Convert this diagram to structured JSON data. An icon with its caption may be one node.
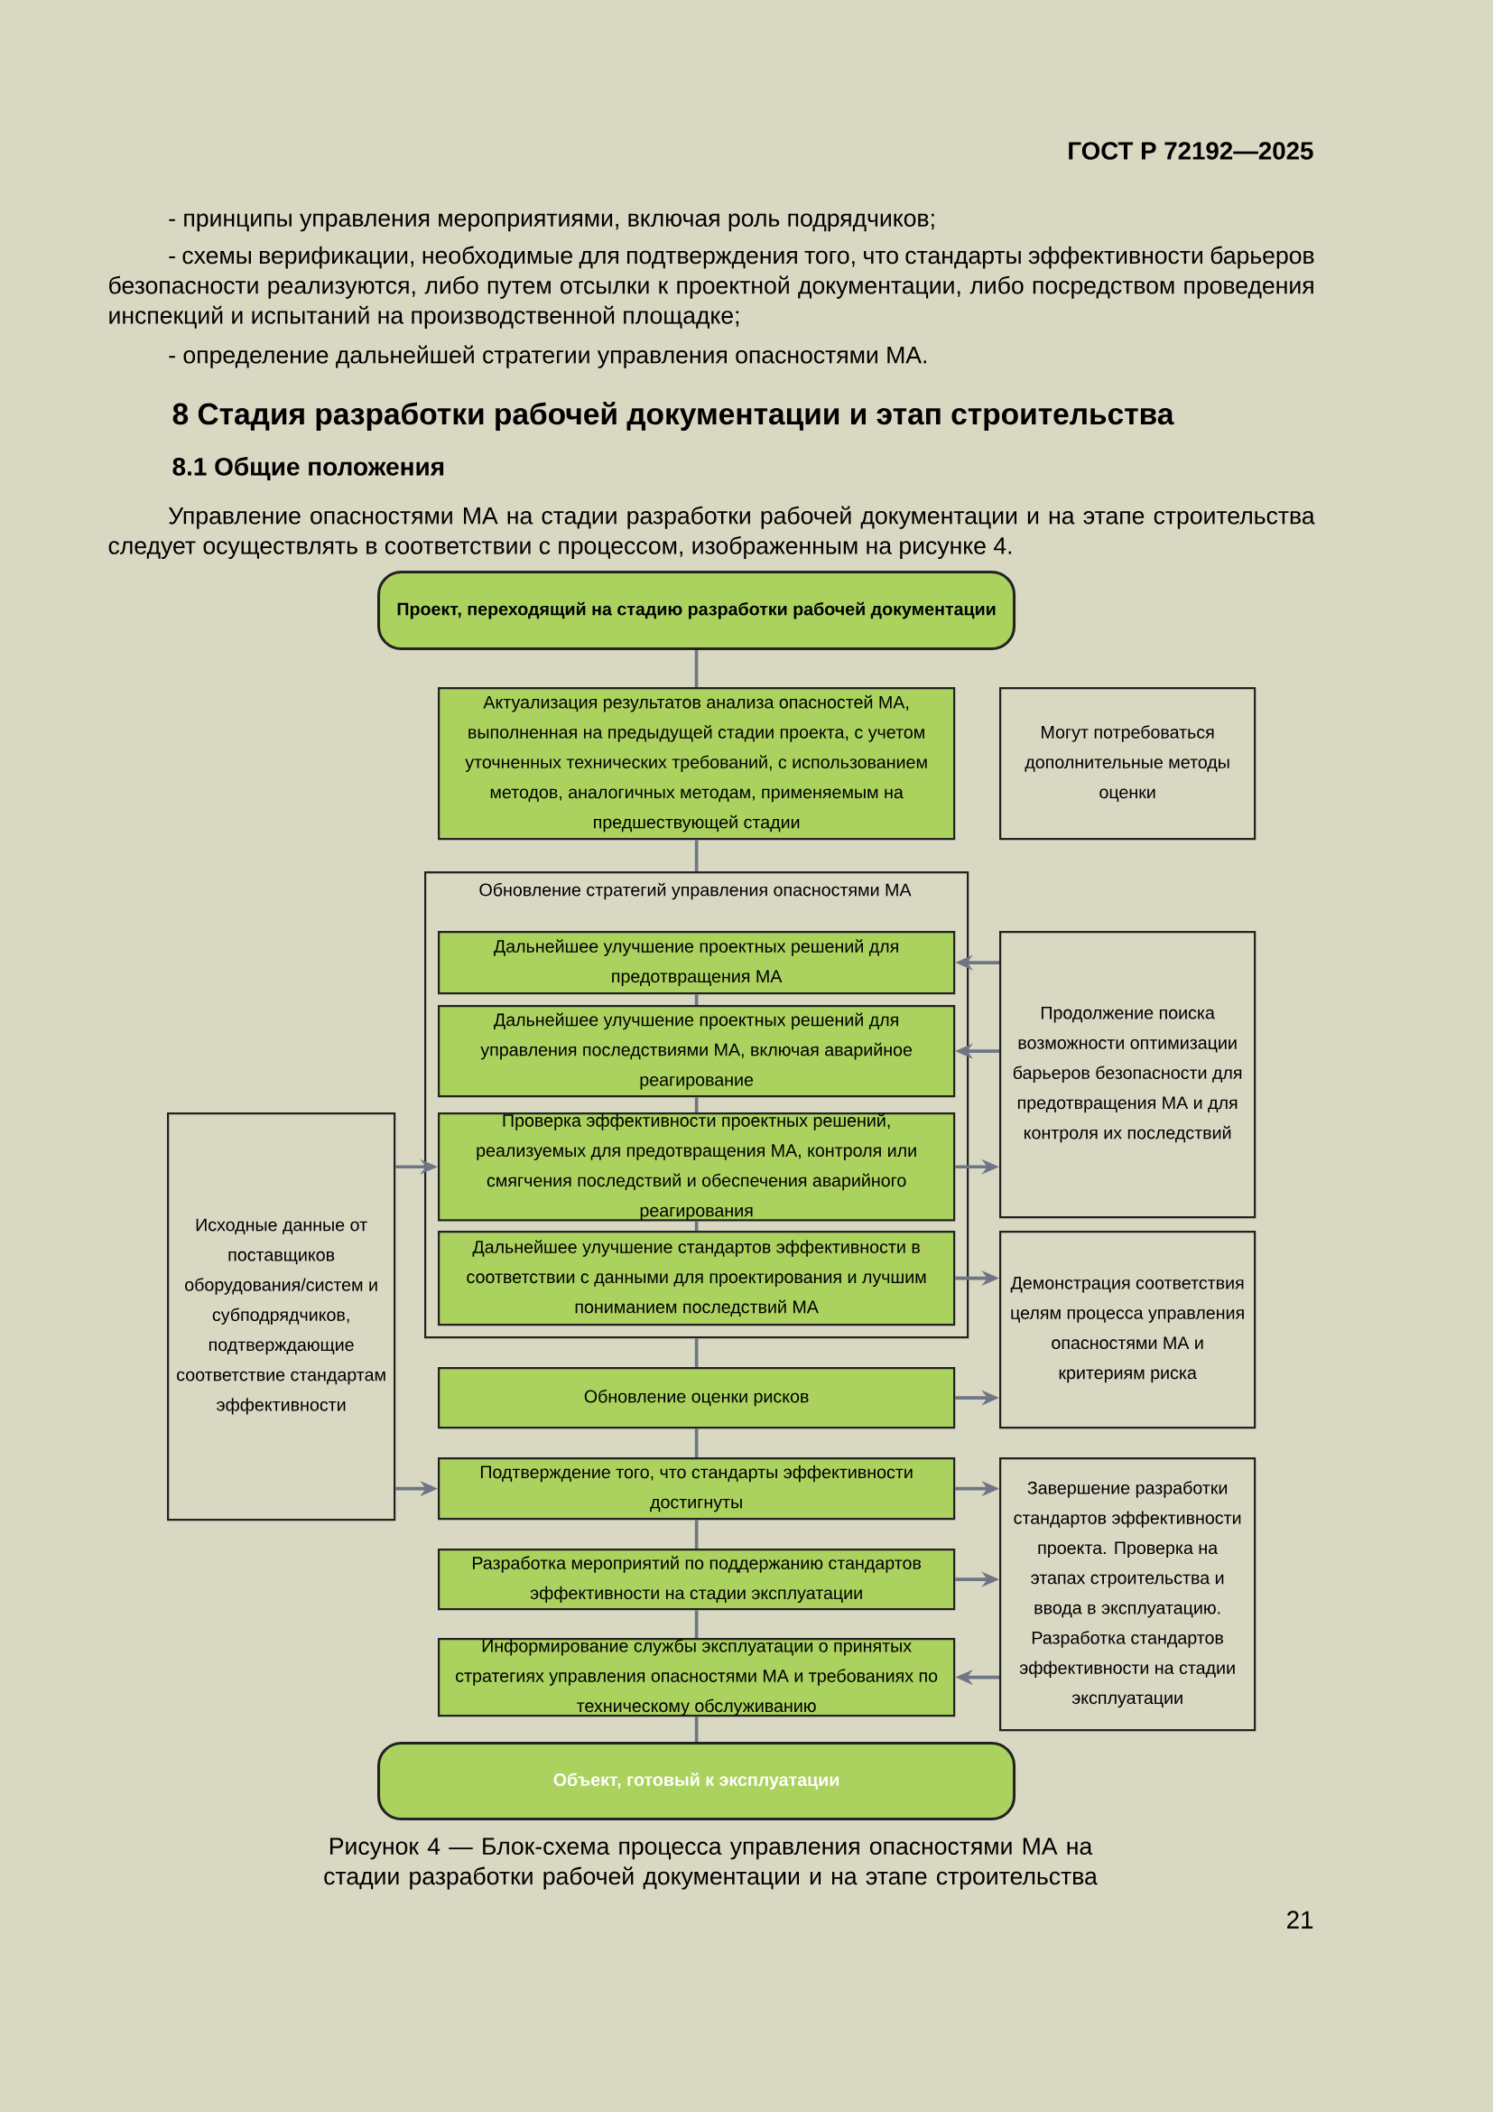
{
  "diagram": {
    "caption": "Рисунок 4 — Блок-схема процесса управления опасностями МА на стадии разработки рабочей документации и на этапе строительства",
    "nodes": [
      {
        "text": [
          "Проект, переходящий на стадию разработки рабочей документации"
        ]
      },
      {
        "text": [
          "Актуализация результатов анализа опасностей МА, выполненная на предыдущей стадии проекта, с учетом уточненных технических требований, с использованием методов, аналогичных методам, применяемым на предшествующей стадии"
        ]
      },
      {
        "text": [
          "Могут потребоваться дополнительные методы оценки"
        ]
      },
      {
        "text": [
          "Обновление стратегий управления опасностями МА"
        ]
      },
      {
        "text": [
          "Дальнейшее улучшение проектных решений для предотвращения МА"
        ],
        "in": 3
      },
      {
        "text": [
          "Дальнейшее улучшение проектных решений для управления последствиями МА, включая аварийное реагирование"
        ],
        "in": 3
      },
      {
        "text": [
          "Проверка эффективности проектных решений, реализуемых для предотвращения МА, контроля или смягчения последствий и обеспечения аварийного реагирования"
        ],
        "in": 3
      },
      {
        "text": [
          "Дальнейшее улучшение стандартов эффективности в соответствии с данными для проектирования и лучшим пониманием последствий МА"
        ],
        "in": 3
      },
      {
        "text": [
          "Обновление оценки рисков"
        ]
      },
      {
        "text": [
          "Подтверждение того, что стандарты эффективности достигнуты"
        ]
      },
      {
        "text": [
          "Разработка мероприятий по поддержанию стандартов эффективности на стадии эксплуатации"
        ]
      },
      {
        "text": [
          "Информирование службы эксплуатации о принятых стратегиях управления опасностями МА и требованиях по техническому обслуживанию"
        ]
      },
      {
        "text": [
          "Объект, готовый к эксплуатации"
        ]
      },
      {
        "text": [
          "Исходные данные от поставщиков оборудования/систем и субподрядчиков, подтверждающие соответствие стандартам эффективности"
        ]
      },
      {
        "text": [
          "Продолжение поиска возможности оптимизации барьеров безопасности для предотвращения МА и для контроля их последствий"
        ]
      },
      {
        "text": [
          "Демонстрация соответствия целям процесса управления опасностями МА и критериям риска"
        ]
      },
      {
        "text": [
          "Завершение разработки стандартов эффективности проекта. Проверка на этапах строительства и ввода в эксплуатацию. Разработка стандартов эффективности на стадии эксплуатации"
        ]
      }
    ],
    "edges": [
      {
        "from": 0,
        "to": 1,
        "arrow": "none"
      },
      {
        "from": 1,
        "to": 3,
        "arrow": "none"
      },
      {
        "from": 4,
        "to": 5,
        "arrow": "none"
      },
      {
        "from": 5,
        "to": 6,
        "arrow": "none"
      },
      {
        "from": 6,
        "to": 7,
        "arrow": "none"
      },
      {
        "from": 3,
        "to": 8,
        "arrow": "none"
      },
      {
        "from": 8,
        "to": 9,
        "arrow": "none"
      },
      {
        "from": 9,
        "to": 10,
        "arrow": "none"
      },
      {
        "from": 10,
        "to": 11,
        "arrow": "none"
      },
      {
        "from": 11,
        "to": 12,
        "arrow": "none"
      },
      {
        "from": 14,
        "to": 4,
        "arrow": "to"
      },
      {
        "from": 14,
        "to": 5,
        "arrow": "to"
      },
      {
        "from": 13,
        "to": 6,
        "arrow": "to"
      },
      {
        "from": 6,
        "to": 14,
        "arrow": "to"
      },
      {
        "from": 7,
        "to": 15,
        "arrow": "to"
      },
      {
        "from": 8,
        "to": 15,
        "arrow": "to"
      },
      {
        "from": 13,
        "to": 9,
        "arrow": "to"
      },
      {
        "from": 9,
        "to": 16,
        "arrow": "to"
      },
      {
        "from": 10,
        "to": 16,
        "arrow": "to"
      },
      {
        "from": 16,
        "to": 11,
        "arrow": "to"
      }
    ],
    "labels": [
      "ГОСТ Р 72192—2025",
      "- принципы управления мероприятиями, включая роль подрядчиков;",
      "- схемы верификации, необходимые для подтверждения того, что стандарты эффективности барьеров безопасности реализуются, либо путем отсылки к проектной документации, либо посредством проведения инспекций и испытаний на производственной площадке;",
      "- определение дальнейшей стратегии управления опасностями МА.",
      "8 Стадия разработки рабочей документации и этап строительства",
      "8.1 Общие положения",
      "Управление опасностями МА на стадии разработки рабочей документации и на этапе строительства следует осуществлять в соответствии с процессом, изображенным на рисунке 4.",
      "21"
    ]
  }
}
